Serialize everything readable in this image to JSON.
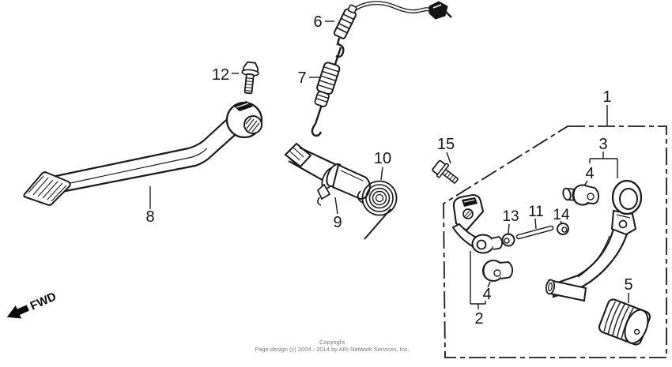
{
  "diagram": {
    "type": "parts-exploded-diagram",
    "subject": "brake pedal / gear change pedal assembly",
    "colors": {
      "background": "#ffffff",
      "line": "#1a1a1a",
      "footer_text": "#7a7a7a"
    },
    "labels": {
      "p1": "1",
      "p2": "2",
      "p3": "3",
      "p4": "4",
      "p5": "5",
      "p6": "6",
      "p7": "7",
      "p8": "8",
      "p9": "9",
      "p10": "10",
      "p11": "11",
      "p12": "12",
      "p13": "13",
      "p14": "14",
      "p15": "15"
    },
    "fwd": {
      "label": "FWD"
    },
    "footer": {
      "line1": "Copyright",
      "line2": "Page design (c) 2004 - 2014 by ARI Network Services, Inc."
    }
  }
}
